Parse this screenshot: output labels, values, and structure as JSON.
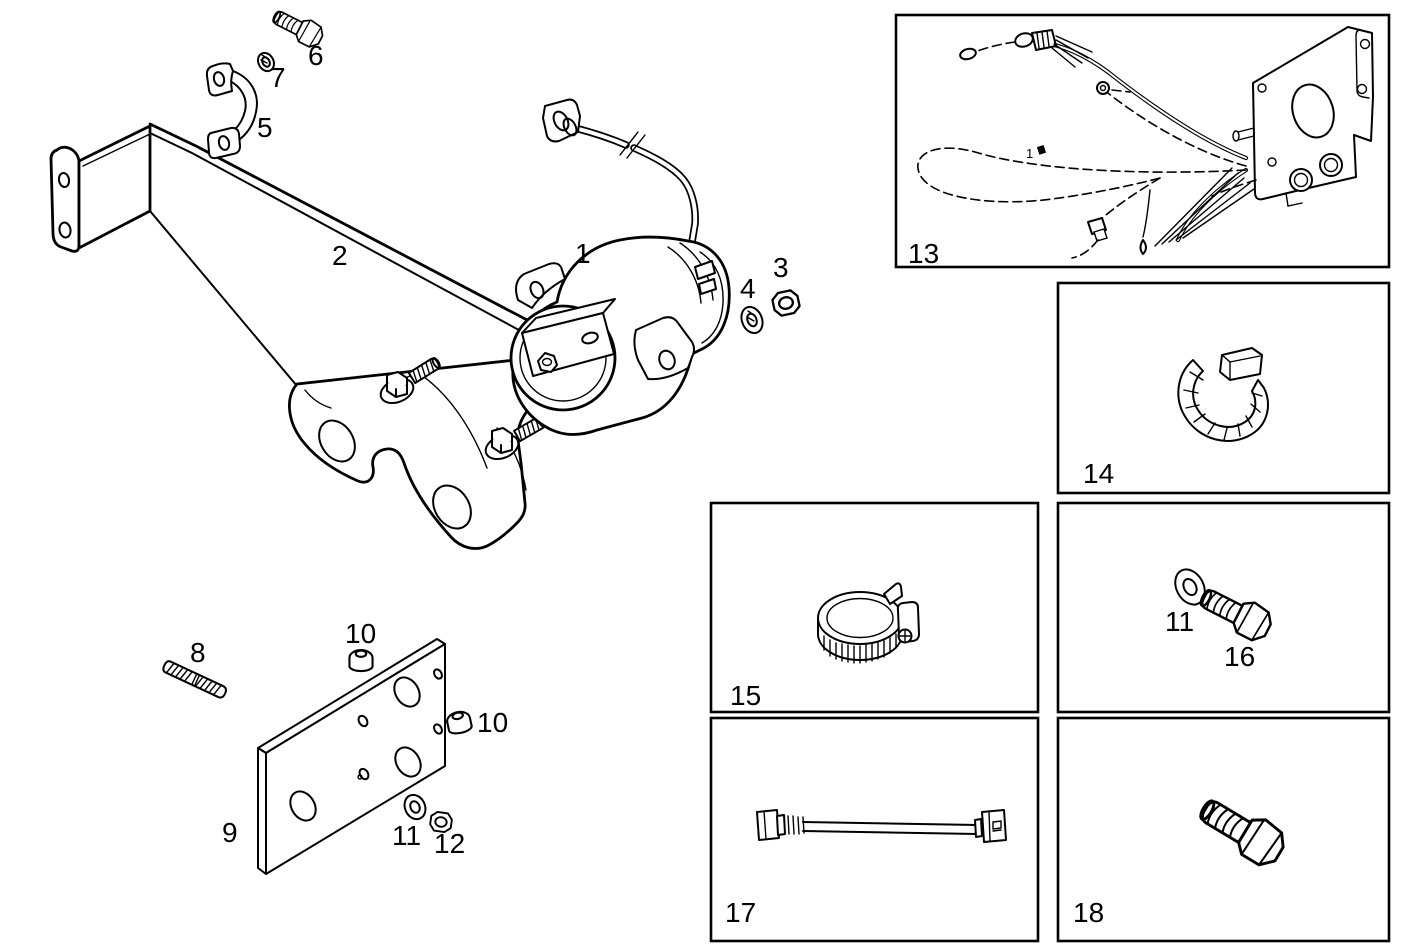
{
  "diagram": {
    "type": "exploded-parts-line-drawing",
    "background": "#ffffff",
    "line_color": "#000000",
    "callouts": {
      "c1": "1",
      "c2": "2",
      "c3": "3",
      "c4": "4",
      "c5": "5",
      "c6": "6",
      "c7": "7",
      "c8": "8",
      "c9": "9",
      "c10a": "10",
      "c10b": "10",
      "c11a": "11",
      "c12": "12",
      "c13": "13",
      "c14": "14",
      "c15": "15",
      "c11b": "11",
      "c16": "16",
      "c17": "17",
      "c18": "18",
      "harness_tag": "1"
    },
    "panels": [
      {
        "id": "box-13",
        "callout": "13",
        "content": "wiring-harness-with-mounting-plate"
      },
      {
        "id": "box-14",
        "callout": "14",
        "content": "cable-strap"
      },
      {
        "id": "box-15",
        "callout": "15",
        "content": "hose-clamp"
      },
      {
        "id": "box-16",
        "callout": "16",
        "content": "washer-and-hex-bolt",
        "extra_callout": "11"
      },
      {
        "id": "box-17",
        "callout": "17",
        "content": "flexible-cable"
      },
      {
        "id": "box-18",
        "callout": "18",
        "content": "hex-bolt"
      }
    ]
  }
}
